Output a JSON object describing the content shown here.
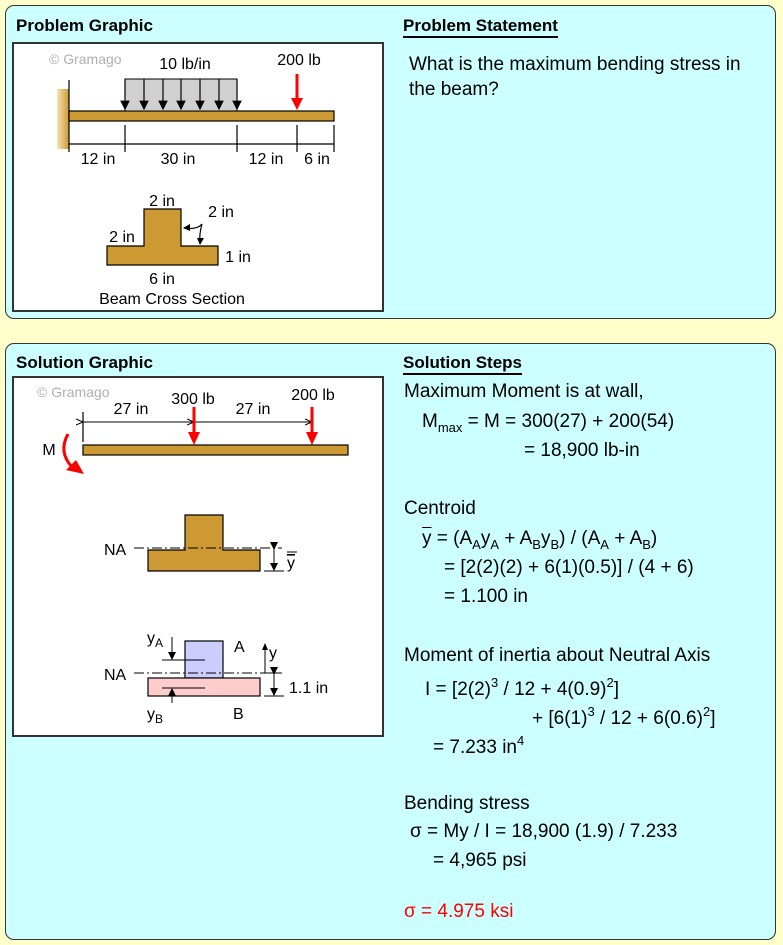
{
  "problem": {
    "graphic_title": "Problem Graphic",
    "statement_title": "Problem Statement",
    "statement": "What is the maximum bending stress in the beam?",
    "graphic": {
      "watermark": "© Gramago",
      "dist_load": "10 lb/in",
      "point_load": "200 lb",
      "dims": [
        "12 in",
        "30 in",
        "12 in",
        "6 in"
      ],
      "cs_web_width": "2 in",
      "cs_web_height": "2 in",
      "cs_overhang": "2 in",
      "cs_flange_thickness": "1 in",
      "cs_flange_width": "6 in",
      "cs_caption": "Beam Cross Section"
    }
  },
  "solution": {
    "graphic_title": "Solution Graphic",
    "steps_title": "Solution Steps",
    "graphic": {
      "watermark": "© Gramago",
      "dim1": "27 in",
      "load1": "300 lb",
      "dim2": "27 in",
      "load2": "200 lb",
      "moment": "M",
      "na1": "NA",
      "ybar": "y",
      "na2": "NA",
      "ya": "y",
      "ya_sub": "A",
      "yb": "y",
      "yb_sub": "B",
      "label_a": "A",
      "label_b": "B",
      "y_axis": "y",
      "dist": "1.1 in"
    },
    "lines": [
      [
        {
          "t": "Maximum Moment is at wall,"
        }
      ],
      [
        {
          "t": "M"
        },
        {
          "sub": "max"
        },
        {
          "t": " = M = 300(27) + 200(54)"
        }
      ],
      [
        {
          "t": "= 18,900 lb-in"
        }
      ],
      [
        {
          "t": "Centroid"
        }
      ],
      [
        {
          "ov": "y"
        },
        {
          "t": " = (A"
        },
        {
          "sub": "A"
        },
        {
          "t": "y"
        },
        {
          "sub": "A"
        },
        {
          "t": " + A"
        },
        {
          "sub": "B"
        },
        {
          "t": "y"
        },
        {
          "sub": "B"
        },
        {
          "t": ") / (A"
        },
        {
          "sub": "A"
        },
        {
          "t": " + A"
        },
        {
          "sub": "B"
        },
        {
          "t": ")"
        }
      ],
      [
        {
          "t": "= [2(2)(2) + 6(1)(0.5)] / (4 + 6)"
        }
      ],
      [
        {
          "t": "= 1.100 in"
        }
      ],
      [
        {
          "t": "Moment of inertia about Neutral Axis"
        }
      ],
      [
        {
          "t": "I = [2(2)"
        },
        {
          "sup": "3"
        },
        {
          "t": " / 12 + 4(0.9)"
        },
        {
          "sup": "2"
        },
        {
          "t": "]"
        }
      ],
      [
        {
          "t": "+ [6(1)"
        },
        {
          "sup": "3"
        },
        {
          "t": " / 12 + 6(0.6)"
        },
        {
          "sup": "2"
        },
        {
          "t": "]"
        }
      ],
      [
        {
          "t": "= 7.233 in"
        },
        {
          "sup": "4"
        }
      ],
      [
        {
          "t": "Bending stress"
        }
      ],
      [
        {
          "t": "σ = My / I = 18,900 (1.9) / 7.233"
        }
      ],
      [
        {
          "t": "= 4,965 psi"
        }
      ],
      [
        {
          "t": "σ = 4.975 ksi"
        }
      ]
    ]
  },
  "colors": {
    "beam": "#cc9933",
    "load": "#ff0000",
    "area_a": "#ccccff",
    "area_b": "#ffcccc",
    "panel": "#ccffff",
    "page": "#ffffcc"
  }
}
